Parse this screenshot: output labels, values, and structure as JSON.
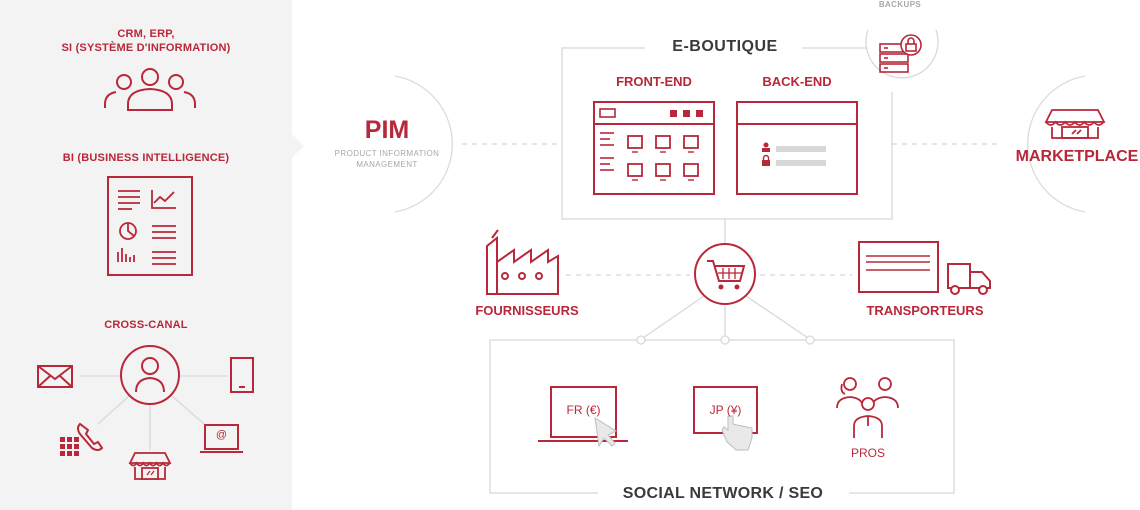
{
  "sidebar": {
    "crm_line1": "CRM, ERP,",
    "crm_line2": "SI (SYSTÈME D'INFORMATION)",
    "bi": "BI (BUSINESS INTELLIGENCE)",
    "cross": "CROSS-CANAL",
    "cross_at": "@"
  },
  "pim": {
    "title": "PIM",
    "sub1": "PRODUCT INFORMATION",
    "sub2": "MANAGEMENT"
  },
  "eboutique": {
    "title": "E-BOUTIQUE",
    "front": "FRONT-END",
    "back": "BACK-END",
    "backups": "BACKUPS"
  },
  "marketplace": "MARKETPLACE",
  "fournisseurs": "FOURNISSEURS",
  "transporteurs": "TRANSPORTEURS",
  "social": {
    "title": "SOCIAL NETWORK / SEO",
    "fr": "FR (€)",
    "jp": "JP (¥)",
    "pros": "PROS"
  },
  "colors": {
    "accent": "#b8283a",
    "sidebar_bg": "#f3f3f3",
    "line": "#d8d8d8"
  }
}
